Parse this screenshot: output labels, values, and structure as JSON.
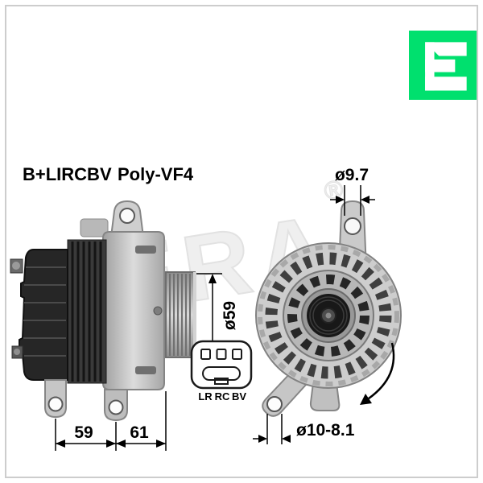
{
  "brand": {
    "watermark_text": "ERA",
    "registered_mark": "®",
    "logo_color": "#00e06e"
  },
  "labels": {
    "terminal_code": "B+LIRCBV",
    "belt_type": "Poly-VF4",
    "top_hole_diameter": "ø9.7",
    "pulley_diameter": "ø59",
    "pin_left": "LR",
    "pin_middle": "RC",
    "pin_right": "BV",
    "mount_spacing_left": "59",
    "mount_spacing_right": "61",
    "mount_hole_diameter": "ø10-8.1"
  }
}
